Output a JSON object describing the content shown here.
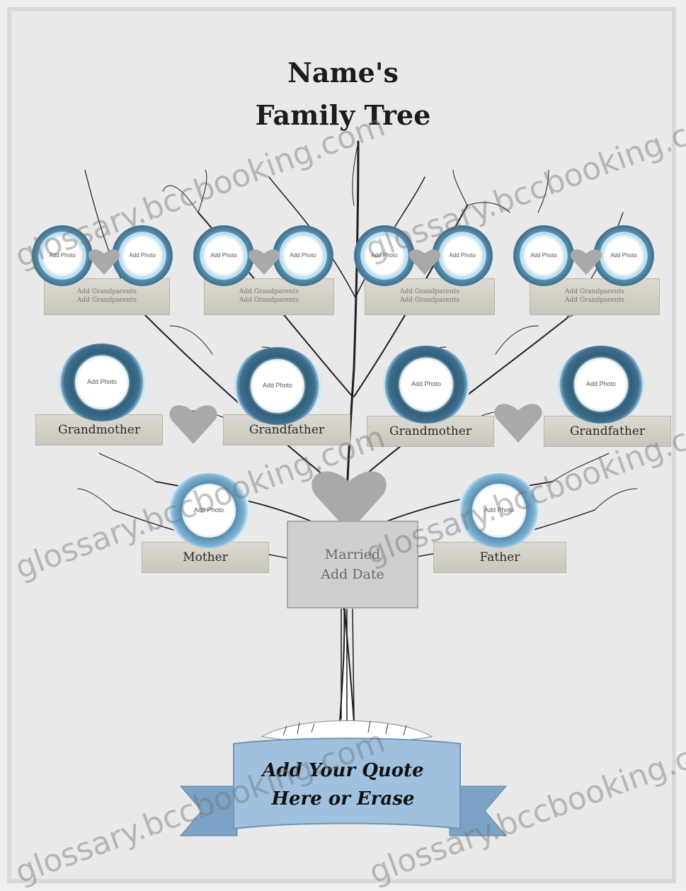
{
  "title": {
    "line1": "Name's",
    "line2": "Family Tree"
  },
  "great_grandparents": [
    {
      "left_photo": "Add Photo",
      "right_photo": "Add Photo",
      "caption1": "Add Grandparents",
      "caption2": "Add Grandparents"
    },
    {
      "left_photo": "Add Photo",
      "right_photo": "Add Photo",
      "caption1": "Add Grandparents",
      "caption2": "Add Grandparents"
    },
    {
      "left_photo": "Add Photo",
      "right_photo": "Add Photo",
      "caption1": "Add Grandparents",
      "caption2": "Add Grandparents"
    },
    {
      "left_photo": "Add Photo",
      "right_photo": "Add Photo",
      "caption1": "Add Grandparents",
      "caption2": "Add Grandparents"
    }
  ],
  "grandparents": [
    {
      "photo": "Add Photo",
      "label": "Grandmother"
    },
    {
      "photo": "Add Photo",
      "label": "Grandfather"
    },
    {
      "photo": "Add Photo",
      "label": "Grandmother"
    },
    {
      "photo": "Add Photo",
      "label": "Grandfather"
    }
  ],
  "parents": [
    {
      "photo": "Add Photo",
      "label": "Mother"
    },
    {
      "photo": "Add Photo",
      "label": "Father"
    }
  ],
  "married": {
    "line1": "Married",
    "line2": "Add Date"
  },
  "quote": {
    "line1": "Add Your Quote",
    "line2": "Here or Erase"
  },
  "watermark": "glossary.bccbooking.com",
  "colors": {
    "flower_dark": "#3f6f8c",
    "flower_light": "#7fb3d4",
    "ribbon": "#8fb3d2",
    "heart": "#a9a9a9"
  }
}
